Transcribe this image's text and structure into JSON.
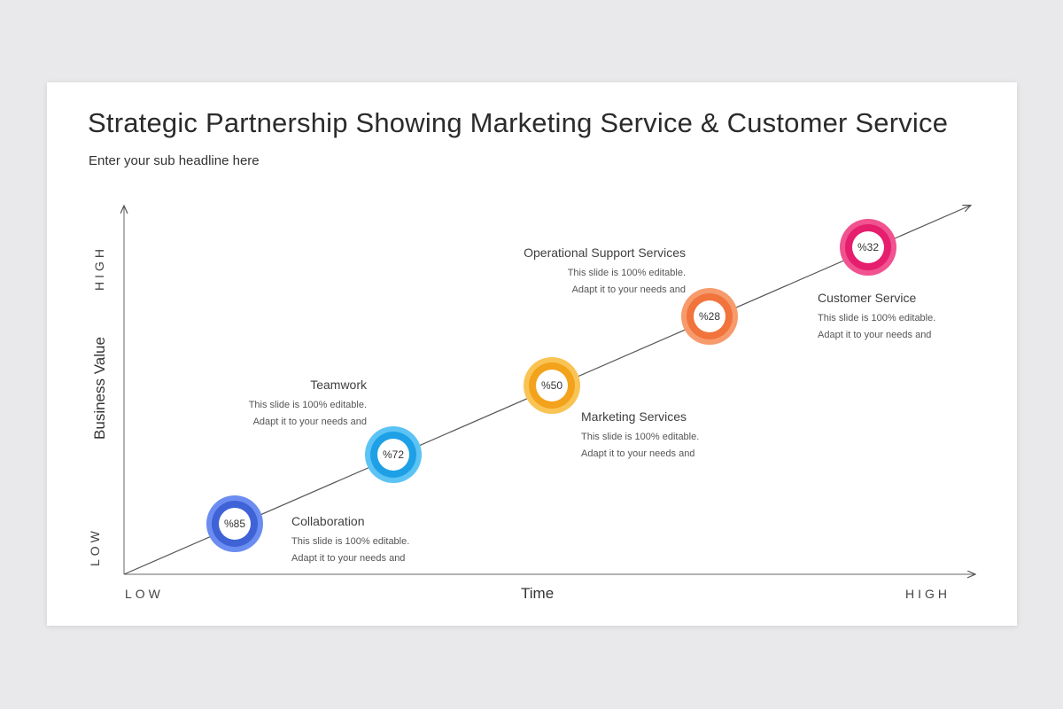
{
  "slide": {
    "title": "Strategic Partnership Showing Marketing Service & Customer Service",
    "subtitle": "Enter your sub headline here"
  },
  "axes": {
    "y_label": "Business Value",
    "y_low": "LOW",
    "y_high": "HIGH",
    "x_label": "Time",
    "x_low": "LOW",
    "x_high": "HIGH"
  },
  "milestones": [
    {
      "value": "%85",
      "title": "Collaboration",
      "line1": "This slide is 100% editable.",
      "line2": "Adapt it to your needs and",
      "color": "#3f63d6",
      "color_light": "#6b8cf0",
      "side": "right"
    },
    {
      "value": "%72",
      "title": "Teamwork",
      "line1": "This slide is 100% editable.",
      "line2": "Adapt it to your needs and",
      "color": "#1ea0e6",
      "color_light": "#5cc3f5",
      "side": "left"
    },
    {
      "value": "%50",
      "title": "Marketing Services",
      "line1": "This slide is 100% editable.",
      "line2": "Adapt it to your needs and",
      "color": "#f3a21c",
      "color_light": "#f9c454",
      "side": "right"
    },
    {
      "value": "%28",
      "title": "Operational Support Services",
      "line1": "This slide is 100% editable.",
      "line2": "Adapt it to your needs and",
      "color": "#f0743c",
      "color_light": "#f79a6c",
      "side": "left"
    },
    {
      "value": "%32",
      "title": "Customer Service",
      "line1": "This slide is 100% editable.",
      "line2": "Adapt it to your needs and",
      "color": "#e51e6e",
      "color_light": "#f0538f",
      "side": "right"
    }
  ]
}
